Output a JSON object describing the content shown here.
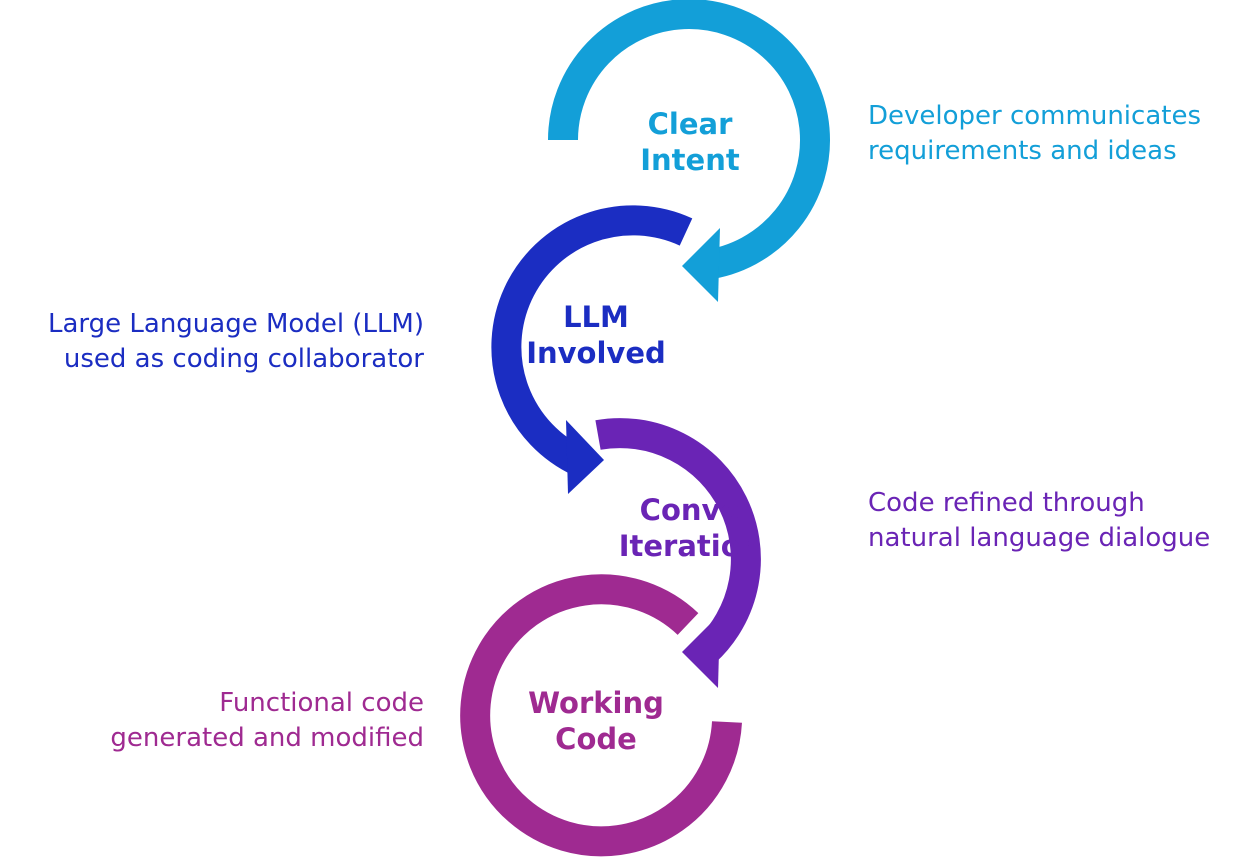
{
  "colors": {
    "step1": "#139fd8",
    "step2": "#1b2dc2",
    "step3": "#6a24b5",
    "step4": "#9f2a91"
  },
  "steps": [
    {
      "title_line1": "Clear",
      "title_line2": "Intent",
      "description_line1": "Developer communicates",
      "description_line2": "requirements and ideas"
    },
    {
      "title_line1": "LLM",
      "title_line2": "Involved",
      "description_line1": "Large Language Model (LLM)",
      "description_line2": "used as coding collaborator"
    },
    {
      "title_line1": "Convo",
      "title_line2": "Iteration",
      "description_line1": "Code refined through",
      "description_line2": "natural language dialogue"
    },
    {
      "title_line1": "Working",
      "title_line2": "Code",
      "description_line1": "Functional code",
      "description_line2": "generated and modified"
    }
  ]
}
